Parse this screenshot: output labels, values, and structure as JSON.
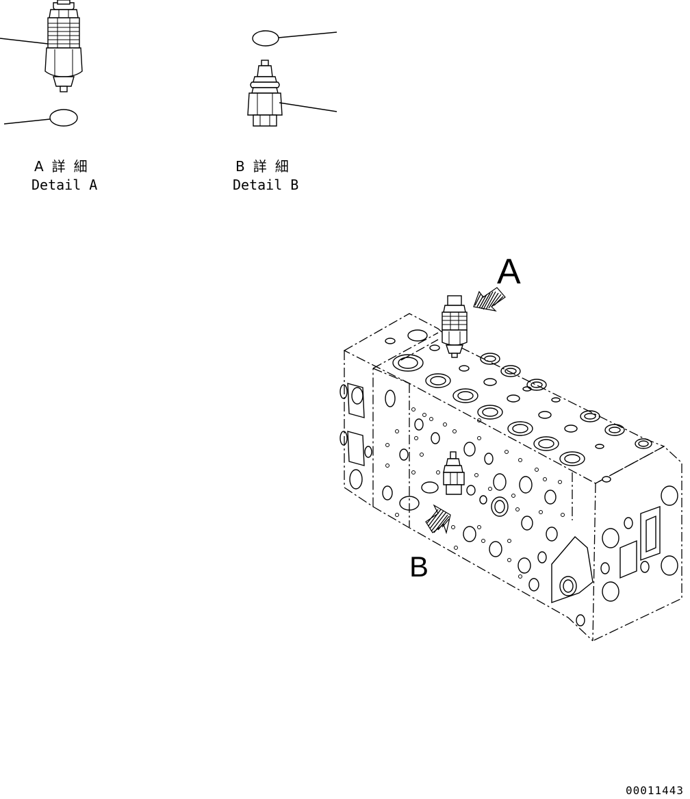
{
  "detail_a": {
    "jp": "A詳細",
    "en": "Detail A"
  },
  "detail_b": {
    "jp": "B詳細",
    "en": "Detail B"
  },
  "callout_a": "A",
  "callout_b": "B",
  "drawing_number": "00011443"
}
